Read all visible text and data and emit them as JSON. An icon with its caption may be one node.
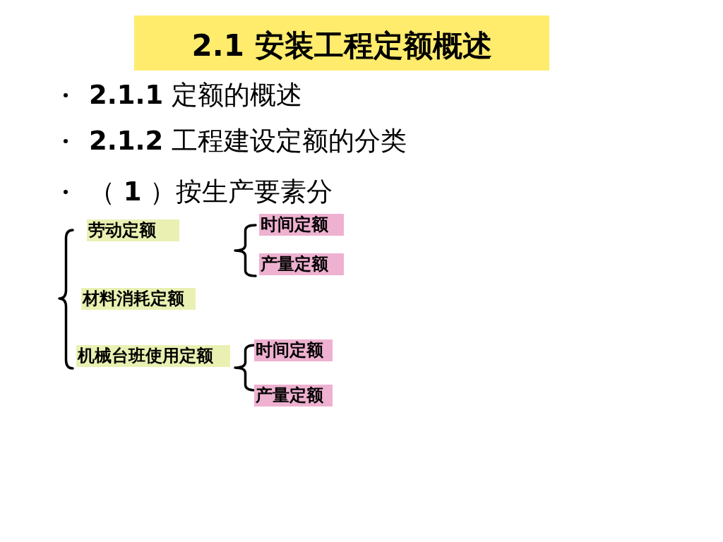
{
  "diagram": {
    "title": "2.1 安装工程定额概述",
    "nodes": [
      {
        "text": [
          "劳动定额"
        ]
      },
      {
        "text": [
          "时间定额"
        ]
      },
      {
        "text": [
          "产量定额"
        ]
      },
      {
        "text": [
          "材料消耗定额"
        ]
      },
      {
        "text": [
          "机械台班使用定额"
        ]
      },
      {
        "text": [
          "时间定额"
        ]
      },
      {
        "text": [
          "产量定额"
        ]
      }
    ],
    "labels": [
      "**2.1.1** 定额的概述",
      "**2.1.2** 工程建设定额的分类",
      "（ **1** ）按生产要素分"
    ]
  }
}
